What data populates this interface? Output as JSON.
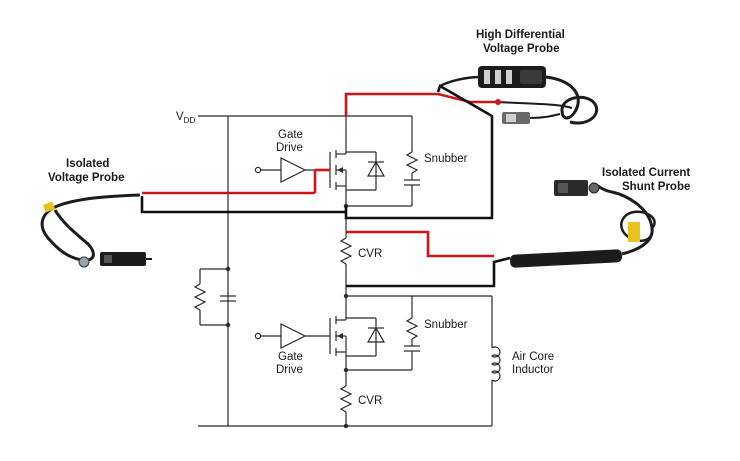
{
  "labels": {
    "vdd_main": "V",
    "vdd_sub": "DD",
    "gate_drive_top_1": "Gate",
    "gate_drive_top_2": "Drive",
    "gate_drive_bottom_1": "Gate",
    "gate_drive_bottom_2": "Drive",
    "snubber_top": "Snubber",
    "snubber_bottom": "Snubber",
    "cvr_top": "CVR",
    "cvr_bottom": "CVR",
    "inductor_1": "Air Core",
    "inductor_2": "Inductor",
    "probe_hdv_1": "High Differential",
    "probe_hdv_2": "Voltage Probe",
    "probe_iso_v_1": "Isolated",
    "probe_iso_v_2": "Voltage Probe",
    "probe_iso_i_1": "Isolated Current",
    "probe_iso_i_2": "Shunt Probe"
  },
  "colors": {
    "wire": "#2a2a2a",
    "probe_signal": "#d0141c",
    "probe_ground": "#111111",
    "probe_body": "#1c1c1c",
    "probe_accent": "#e8c21a"
  }
}
